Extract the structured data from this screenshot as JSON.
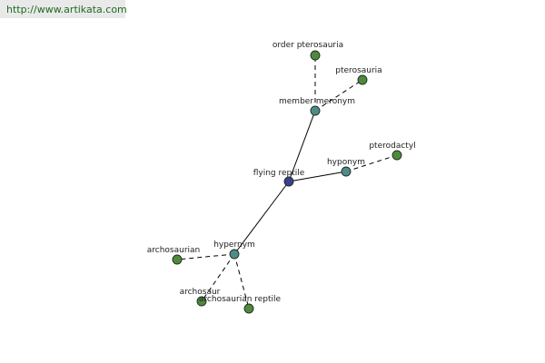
{
  "url": "http://www.artikata.com",
  "colors": {
    "center": "#3c3f8f",
    "relation": "#4e8c8a",
    "leaf": "#4e8a3c",
    "edge": "#000000",
    "url_bg": "#e9e9e9",
    "url_text": "#1f6a1f"
  },
  "graph": {
    "center": {
      "label": "flying reptile"
    },
    "relations": {
      "member_meronym": "member meronym",
      "hyponym": "hyponym",
      "hypernym": "hypernym"
    },
    "leaves": {
      "order_pterosauria": "order pterosauria",
      "pterosauria": "pterosauria",
      "pterodactyl": "pterodactyl",
      "archosaurian": "archosaurian",
      "archosaur": "archosaur",
      "archosaurian_reptile": "archosaurian reptile"
    }
  }
}
